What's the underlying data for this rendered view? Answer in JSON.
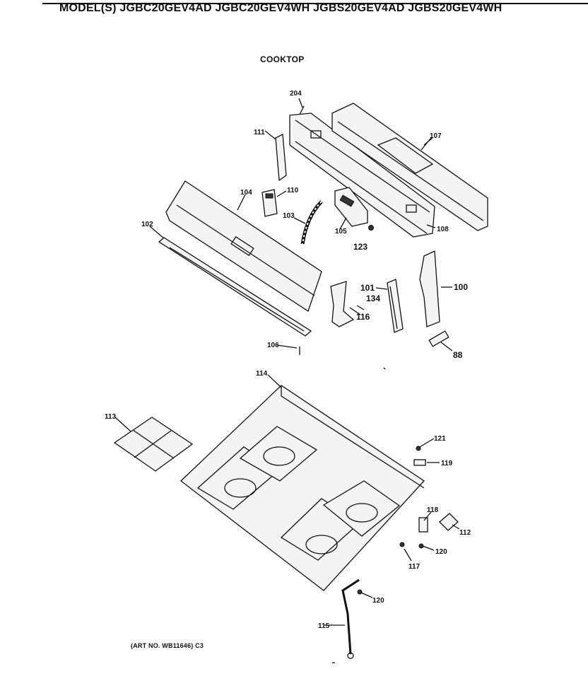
{
  "header": {
    "model_line": "MODEL(S) JGBC20GEV4AD  JGBC20GEV4WH  JGBS20GEV4AD  JGBS20GEV4WH"
  },
  "section_title": "COOKTOP",
  "art_number": "(ART NO. WB11646) C3",
  "callouts": {
    "p204": "204",
    "p111": "111",
    "p107": "107",
    "p104": "104",
    "p110": "110",
    "p103": "103",
    "p105": "105",
    "p108": "108",
    "p123": "123",
    "p102": "102",
    "p101": "101",
    "p134": "134",
    "p116": "116",
    "p100": "100",
    "p88": "88",
    "p106": "106",
    "p114": "114",
    "p113": "113",
    "p121": "121",
    "p119": "119",
    "p118": "118",
    "p112": "112",
    "p120a": "120",
    "p117": "117",
    "p120b": "120",
    "p115": "115"
  }
}
